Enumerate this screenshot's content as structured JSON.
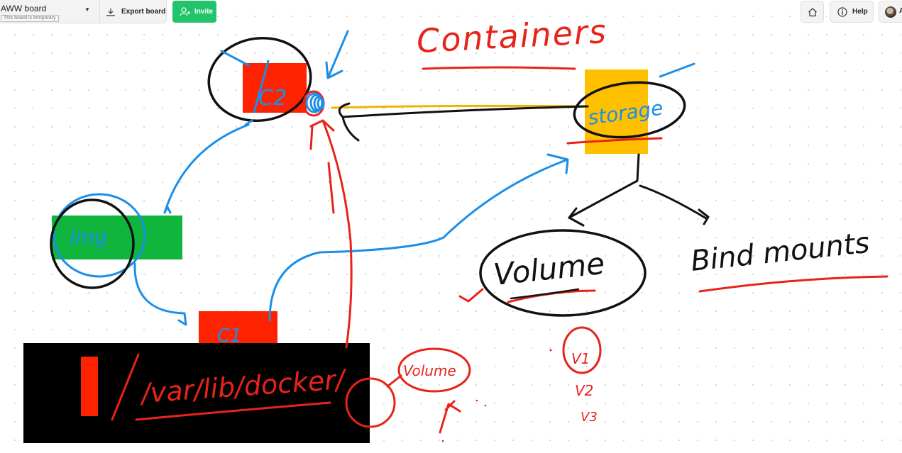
{
  "app": {
    "board_title": "AWW board",
    "temp_note": "This board is temporary",
    "export_label": "Export board",
    "invite_label": "Invite",
    "help_label": "Help",
    "user_initial": "A"
  },
  "canvas": {
    "heading": "Containers",
    "box_c2": "C2",
    "box_c1": "C1",
    "box_img": "Img",
    "storage": "storage",
    "volume": "Volume",
    "bind_mounts": "Bind mounts",
    "docker_path": "/var/lib/docker/",
    "volume_small": "Volume",
    "v1": "V1",
    "v2": "V2",
    "v3": "V3"
  },
  "colors": {
    "ink_red": "#e8231a",
    "ink_blue": "#1b8fe8",
    "ink_black": "#111111",
    "ink_yellow": "#f0b400",
    "box_red": "#ff2200",
    "box_green": "#10b53e",
    "box_yellow": "#ffc000",
    "invite_green": "#22c46b"
  }
}
